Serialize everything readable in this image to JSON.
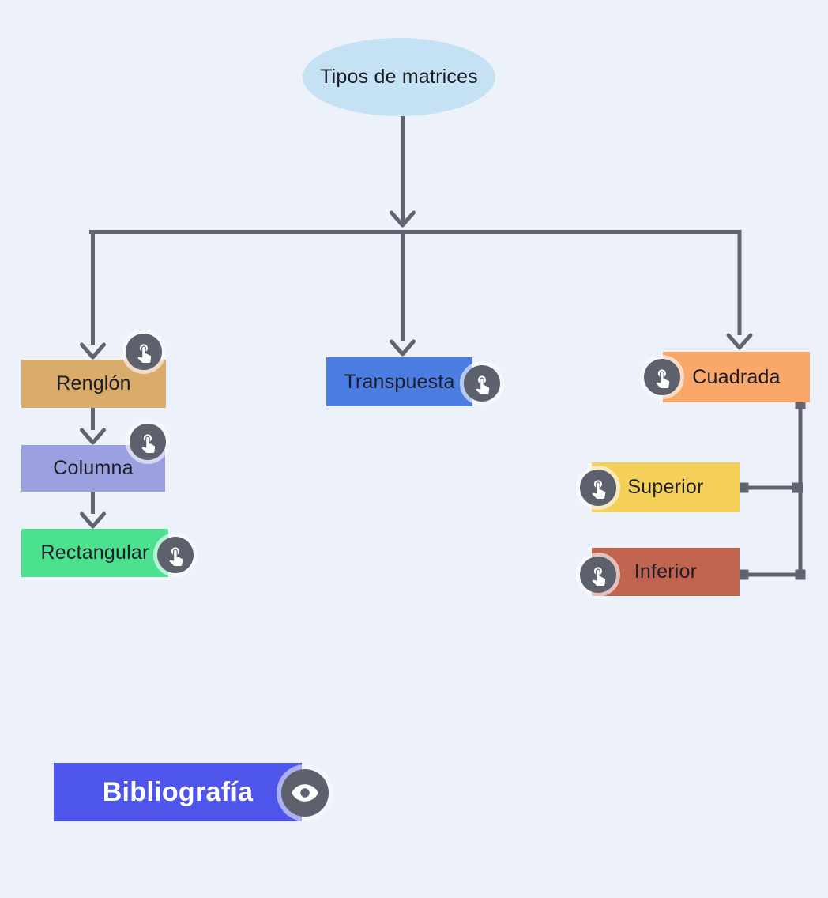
{
  "palette": {
    "background": "#edf1fa",
    "connector": "#5f6470",
    "icon_circle": "#5d616e",
    "icon_glyph": "#ffffff",
    "label_dark": "#1d1d28",
    "label_light": "#ffffff"
  },
  "root_node": {
    "label": "Tipos de matrices",
    "color": "#c5e1f4"
  },
  "nodes": [
    {
      "id": "renglon",
      "label": "Renglón",
      "color": "#d9ac6c",
      "icon": "tap-icon"
    },
    {
      "id": "columna",
      "label": "Columna",
      "color": "#9ba0e0",
      "icon": "tap-icon"
    },
    {
      "id": "rectangular",
      "label": "Rectangular",
      "color": "#4ce18e",
      "icon": "tap-icon"
    },
    {
      "id": "transpuesta",
      "label": "Transpuesta",
      "color": "#4b7de3",
      "icon": "tap-icon"
    },
    {
      "id": "cuadrada",
      "label": "Cuadrada",
      "color": "#f9a869",
      "icon": "tap-icon"
    },
    {
      "id": "superior",
      "label": "Superior",
      "color": "#f5d058",
      "icon": "tap-icon"
    },
    {
      "id": "inferior",
      "label": "Inferior",
      "color": "#c0634f",
      "icon": "tap-icon"
    }
  ],
  "bibliography": {
    "label": "Bibliografía",
    "color": "#4e55ea",
    "icon": "eye-icon"
  }
}
